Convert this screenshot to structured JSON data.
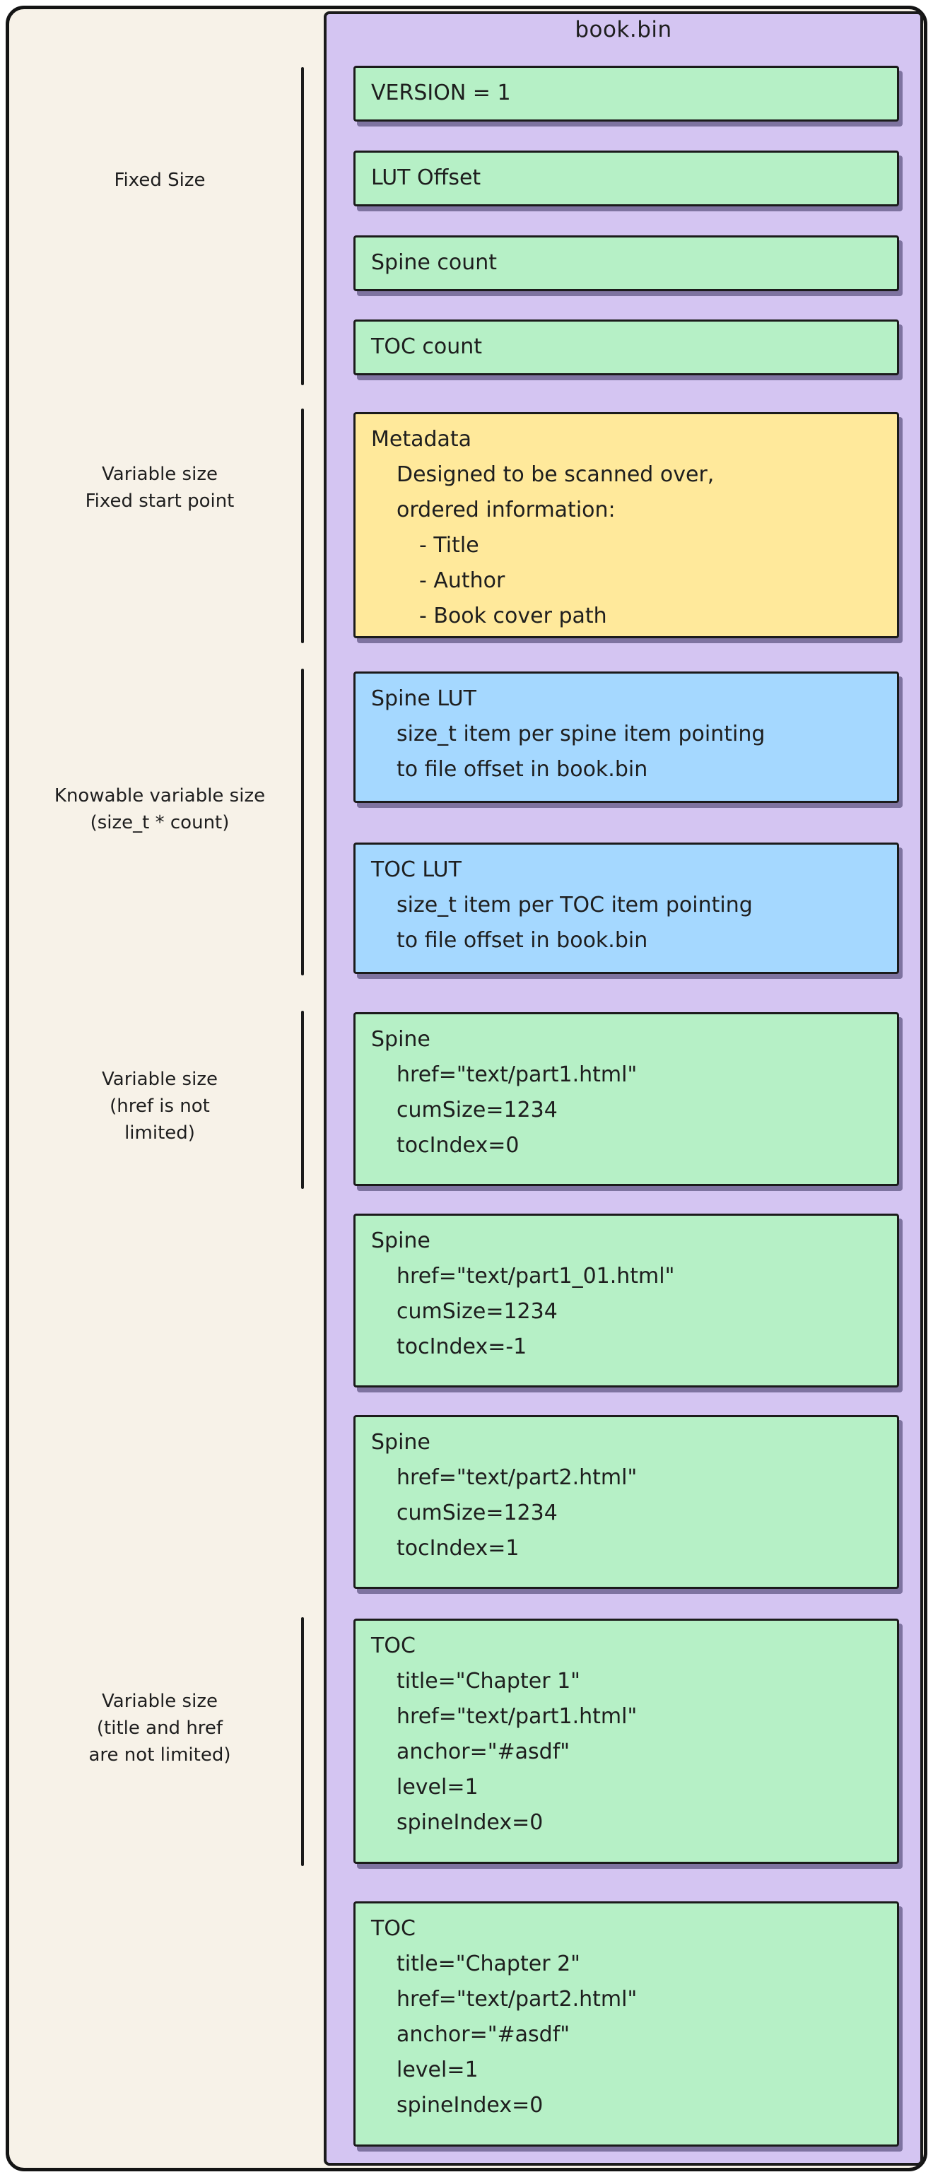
{
  "colors": {
    "frame_background": "#f7f2e8",
    "panel_background": "#d4c5f2",
    "box_green": "#b6f0c6",
    "box_yellow": "#ffe99b",
    "box_blue": "#a5d8ff",
    "stroke": "#1b1b1b"
  },
  "panel": {
    "title": "book.bin"
  },
  "labels": [
    {
      "lines": [
        "Fixed Size"
      ]
    },
    {
      "lines": [
        "Variable size",
        "Fixed start point"
      ]
    },
    {
      "lines": [
        "Knowable variable size",
        "(size_t * count)"
      ]
    },
    {
      "lines": [
        "Variable size",
        "(href is not",
        "limited)"
      ]
    },
    {
      "lines": [
        "Variable size",
        "(title and href",
        "are not limited)"
      ]
    }
  ],
  "boxes": [
    {
      "id": "version",
      "color": "green",
      "lines": [
        "VERSION = 1"
      ]
    },
    {
      "id": "lut-offset",
      "color": "green",
      "lines": [
        "LUT Offset"
      ]
    },
    {
      "id": "spine-count",
      "color": "green",
      "lines": [
        "Spine count"
      ]
    },
    {
      "id": "toc-count",
      "color": "green",
      "lines": [
        "TOC count"
      ]
    },
    {
      "id": "metadata",
      "color": "yellow",
      "lines": [
        "Metadata",
        "Designed to be scanned over,",
        "ordered information:",
        "- Title",
        "- Author",
        "- Book cover path"
      ]
    },
    {
      "id": "spine-lut",
      "color": "blue",
      "lines": [
        "Spine LUT",
        "size_t item per spine item pointing",
        "to file offset in book.bin"
      ]
    },
    {
      "id": "toc-lut",
      "color": "blue",
      "lines": [
        "TOC LUT",
        "size_t item per TOC item pointing",
        "to file offset in book.bin"
      ]
    },
    {
      "id": "spine-1",
      "color": "green",
      "lines": [
        "Spine",
        "href=\"text/part1.html\"",
        "cumSize=1234",
        "tocIndex=0"
      ]
    },
    {
      "id": "spine-2",
      "color": "green",
      "lines": [
        "Spine",
        "href=\"text/part1_01.html\"",
        "cumSize=1234",
        "tocIndex=-1"
      ]
    },
    {
      "id": "spine-3",
      "color": "green",
      "lines": [
        "Spine",
        "href=\"text/part2.html\"",
        "cumSize=1234",
        "tocIndex=1"
      ]
    },
    {
      "id": "toc-1",
      "color": "green",
      "lines": [
        "TOC",
        "title=\"Chapter 1\"",
        "href=\"text/part1.html\"",
        "anchor=\"#asdf\"",
        "level=1",
        "spineIndex=0"
      ]
    },
    {
      "id": "toc-2",
      "color": "green",
      "lines": [
        "TOC",
        "title=\"Chapter 2\"",
        "href=\"text/part2.html\"",
        "anchor=\"#asdf\"",
        "level=1",
        "spineIndex=0"
      ]
    }
  ]
}
